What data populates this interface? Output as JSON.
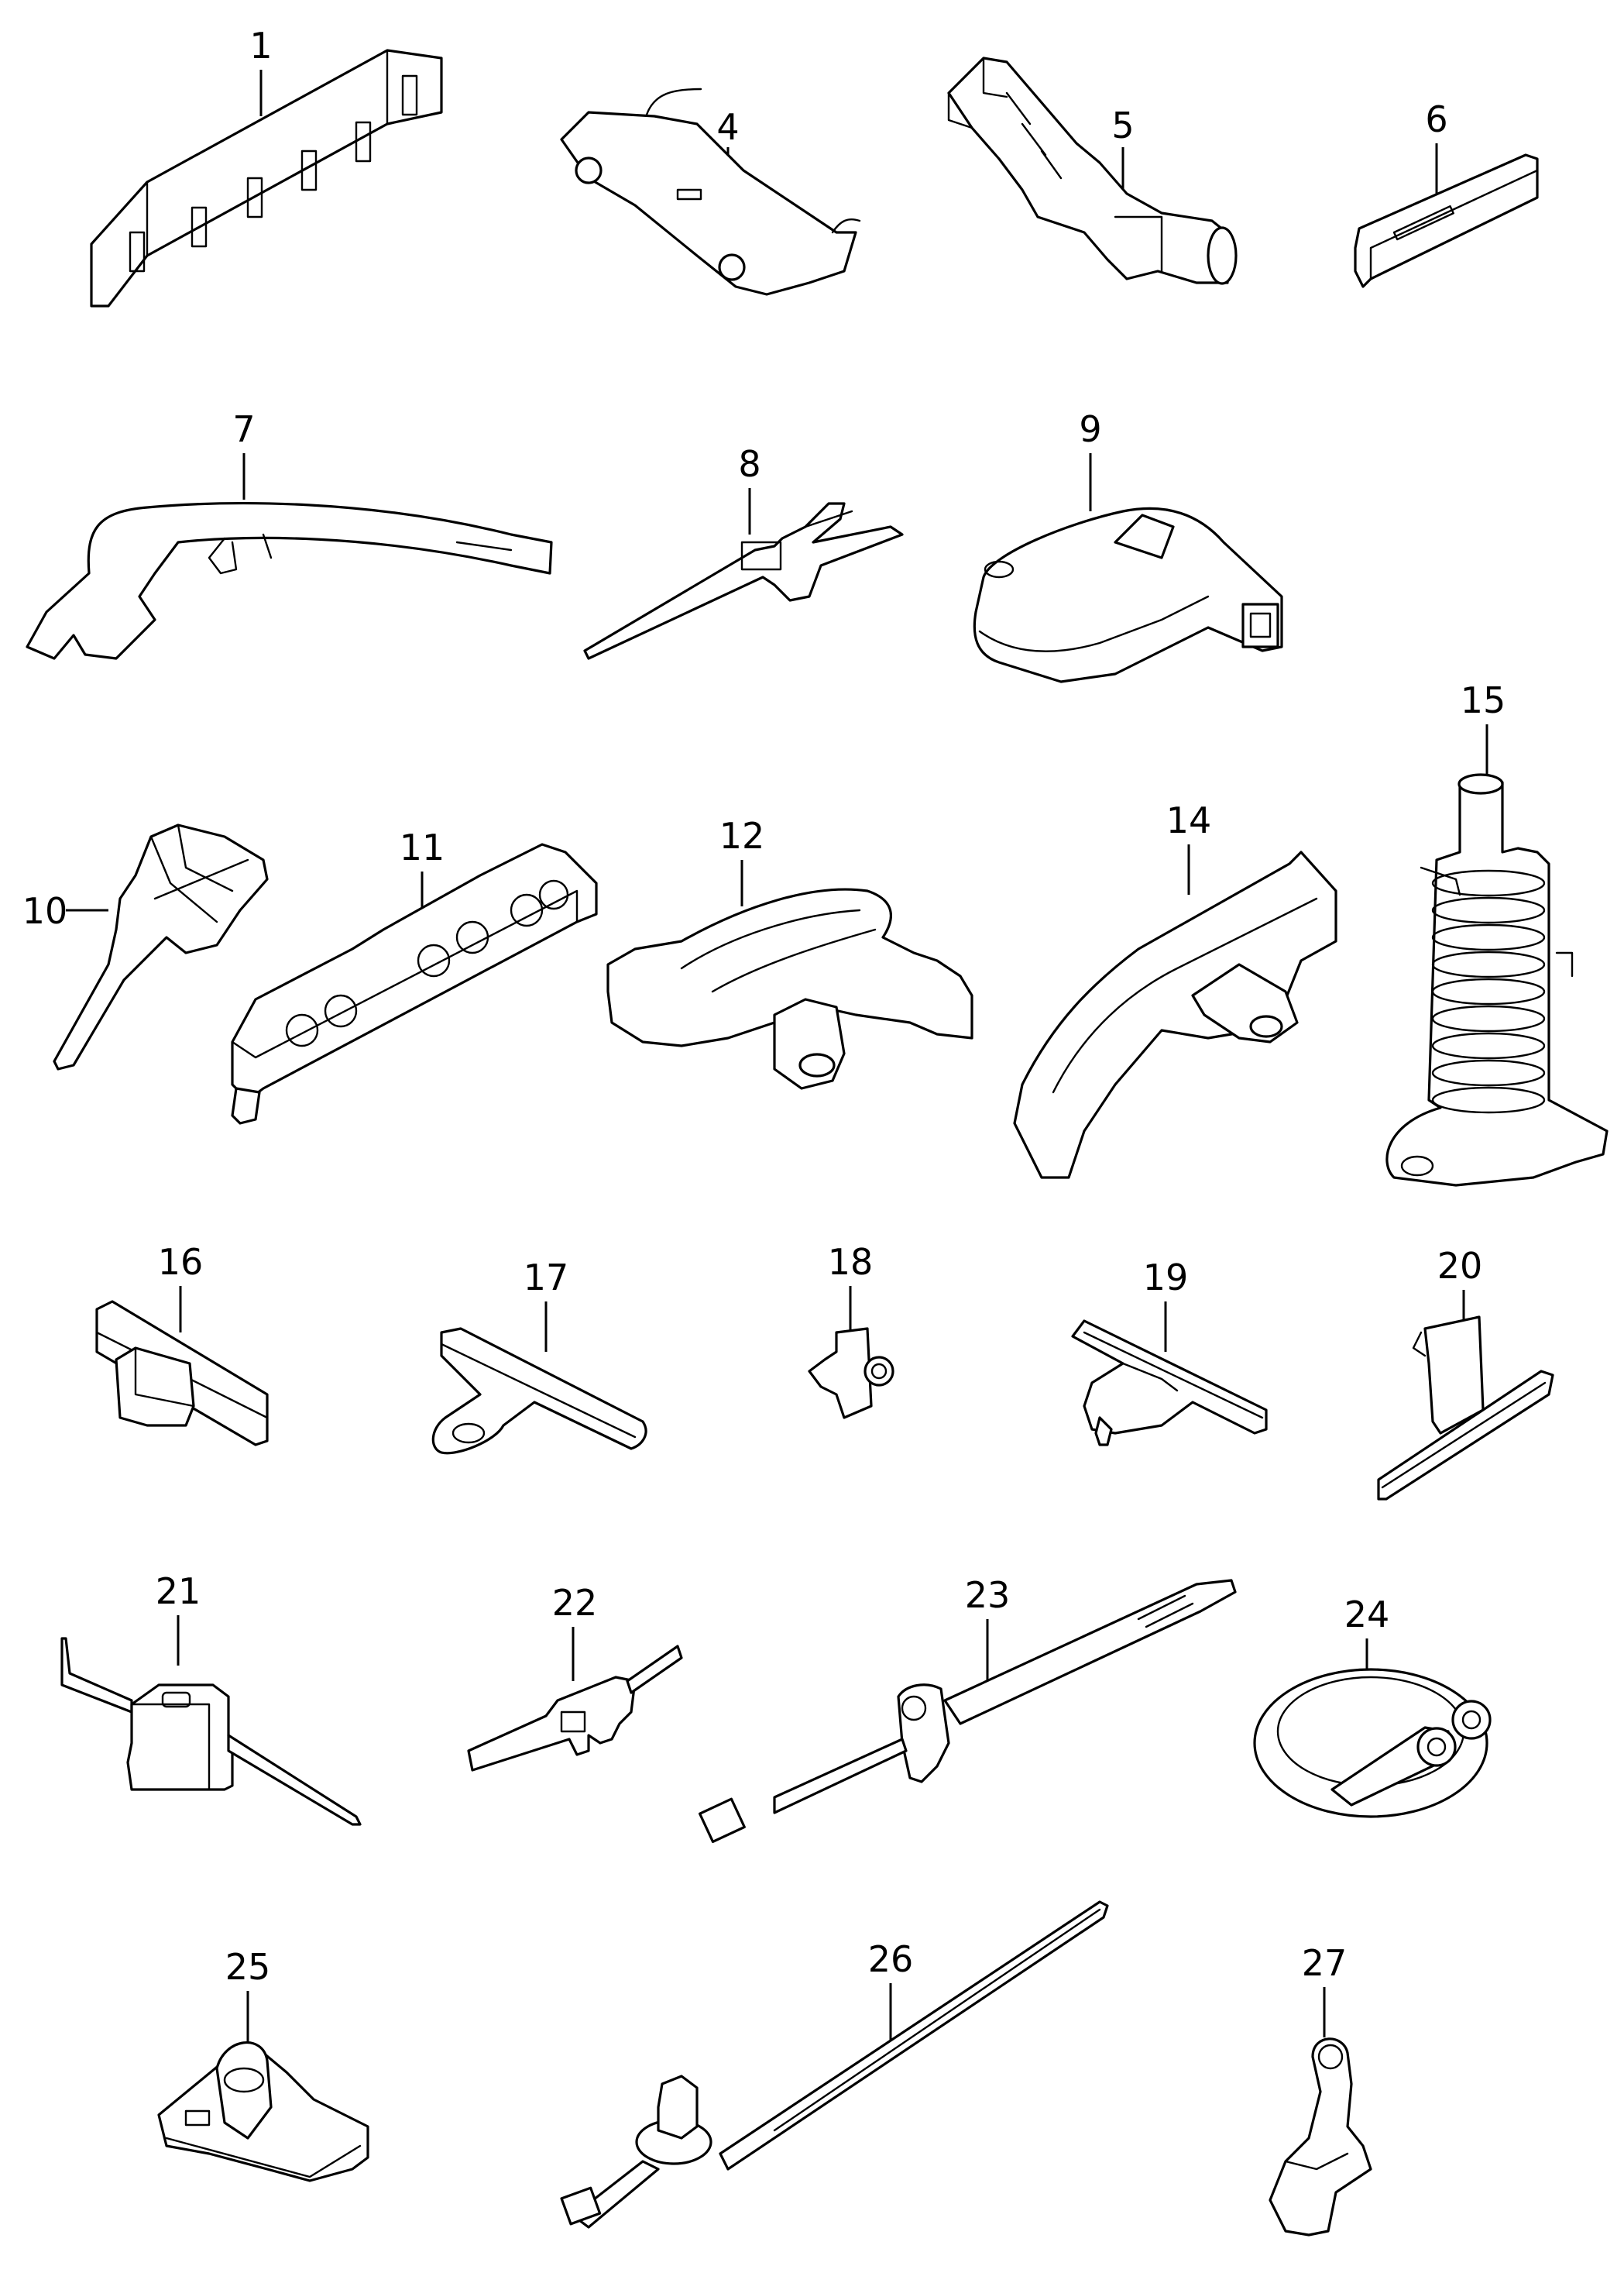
{
  "parts": [
    {
      "id": "part-1",
      "label": "1"
    },
    {
      "id": "part-4",
      "label": "4"
    },
    {
      "id": "part-5",
      "label": "5"
    },
    {
      "id": "part-6",
      "label": "6"
    },
    {
      "id": "part-7",
      "label": "7"
    },
    {
      "id": "part-8",
      "label": "8"
    },
    {
      "id": "part-9",
      "label": "9"
    },
    {
      "id": "part-10",
      "label": "10"
    },
    {
      "id": "part-11",
      "label": "11"
    },
    {
      "id": "part-12",
      "label": "12"
    },
    {
      "id": "part-14",
      "label": "14"
    },
    {
      "id": "part-15",
      "label": "15"
    },
    {
      "id": "part-16",
      "label": "16"
    },
    {
      "id": "part-17",
      "label": "17"
    },
    {
      "id": "part-18",
      "label": "18"
    },
    {
      "id": "part-19",
      "label": "19"
    },
    {
      "id": "part-20",
      "label": "20"
    },
    {
      "id": "part-21",
      "label": "21"
    },
    {
      "id": "part-22",
      "label": "22"
    },
    {
      "id": "part-23",
      "label": "23"
    },
    {
      "id": "part-24",
      "label": "24"
    },
    {
      "id": "part-25",
      "label": "25"
    },
    {
      "id": "part-26",
      "label": "26"
    },
    {
      "id": "part-27",
      "label": "27"
    }
  ]
}
